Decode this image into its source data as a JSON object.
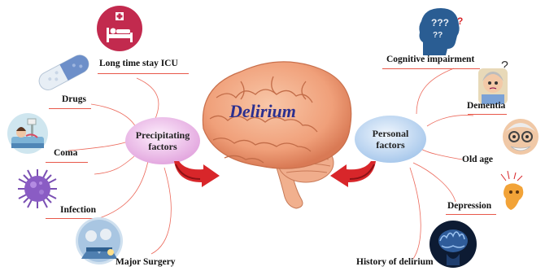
{
  "center": {
    "title": "Delirium"
  },
  "left_group": {
    "label_line1": "Precipitating",
    "label_line2": "factors",
    "items": [
      "Long time stay ICU",
      "Drugs",
      "Coma",
      "Infection",
      "Major Surgery"
    ]
  },
  "right_group": {
    "label_line1": "Personal",
    "label_line2": "factors",
    "items": [
      "Cognitive impairment",
      "Dementia",
      "Old age",
      "Depression",
      "History of delirium"
    ]
  },
  "colors": {
    "left_ellipse": "#e9b6e6",
    "right_ellipse": "#b8d3ee",
    "arrow_red": "#d8262a",
    "connector": "#e8584a",
    "brain": "#f2a079",
    "title": "#2b2f8f"
  },
  "icons": {
    "icu": "hospital-bed-icon",
    "drugs": "capsule-pills-icon",
    "coma": "hospital-patient-icon",
    "infection": "virus-icon",
    "surgery": "surgeons-icon",
    "cognitive": "head-question-marks-icon",
    "dementia": "elderly-woman-question-icon",
    "old_age": "elderly-man-icon",
    "depression": "cracked-emoji-icon",
    "history": "brain-scan-head-icon"
  }
}
